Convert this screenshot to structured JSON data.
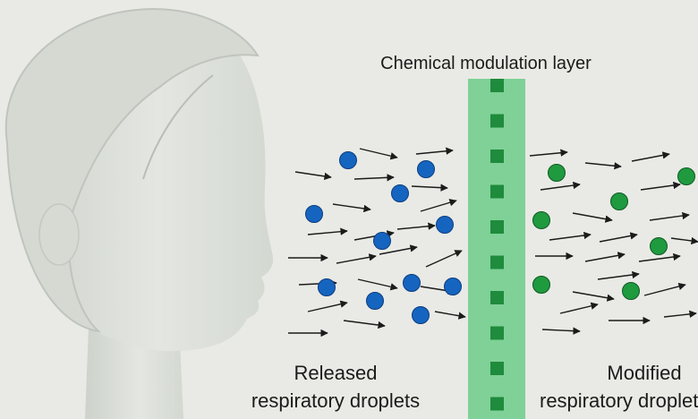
{
  "diagram": {
    "layer_title": "Chemical modulation layer",
    "left_label": [
      "Released",
      "respiratory droplets"
    ],
    "right_label": [
      "Modified",
      "respiratory droplets"
    ]
  },
  "colors": {
    "background": "#e9eae5",
    "head": "#dfe3dc",
    "layer": "#7fd197",
    "layer_square": "#1f8b3c",
    "released_droplet": "#1565c0",
    "modified_droplet": "#1f9a3f",
    "arrow": "#1b1b1b"
  },
  "icons": {
    "mannequin": "mannequin-head-icon",
    "released_droplet": "blue-circle-icon",
    "modified_droplet": "green-circle-icon"
  }
}
